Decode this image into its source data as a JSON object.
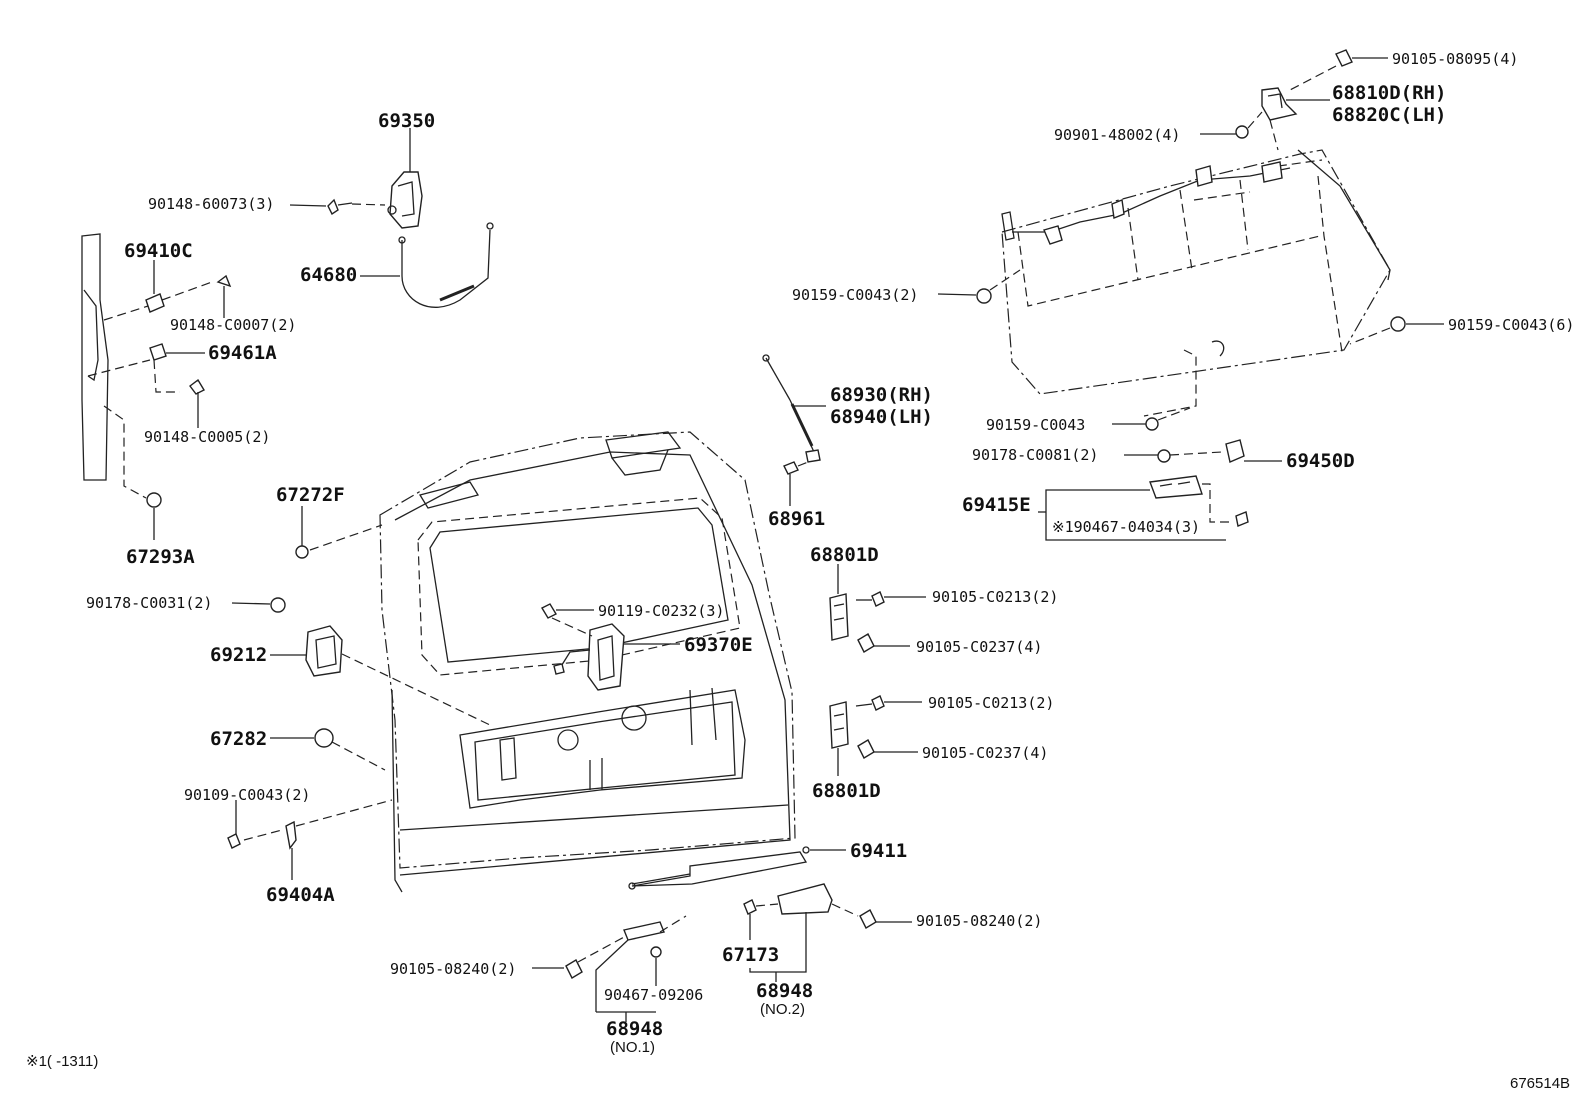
{
  "labels": {
    "p69350": "69350",
    "p90148_60073": "90148-60073(3)",
    "p64680": "64680",
    "p69410C": "69410C",
    "p90148_C0007": "90148-C0007(2)",
    "p69461A": "69461A",
    "p90148_C0005": "90148-C0005(2)",
    "p67293A": "67293A",
    "p67272F": "67272F",
    "p90178_C0031": "90178-C0031(2)",
    "p69212": "69212",
    "p67282": "67282",
    "p90109_C0043": "90109-C0043(2)",
    "p69404A": "69404A",
    "p90119_C0232": "90119-C0232(3)",
    "p69370E": "69370E",
    "p68930": "68930(RH)",
    "p68940": "68940(LH)",
    "p68961": "68961",
    "p68801D_top": "68801D",
    "p90105_C0213_top": "90105-C0213(2)",
    "p90105_C0237_top": "90105-C0237(4)",
    "p90105_C0213_bot": "90105-C0213(2)",
    "p90105_C0237_bot": "90105-C0237(4)",
    "p68801D_bot": "68801D",
    "p69411": "69411",
    "p90105_08240_right": "90105-08240(2)",
    "p67173": "67173",
    "p68948_no2": "68948",
    "p68948_no2_sub": "(NO.2)",
    "p90105_08240_left": "90105-08240(2)",
    "p90467_09206": "90467-09206",
    "p68948_no1": "68948",
    "p68948_no1_sub": "(NO.1)",
    "p90105_08095": "90105-08095(4)",
    "p68810D": "68810D(RH)",
    "p68820C": "68820C(LH)",
    "p90901_48002": "90901-48002(4)",
    "p90159_C0043_2": "90159-C0043(2)",
    "p90159_C0043_6": "90159-C0043(6)",
    "p90159_C0043": "90159-C0043",
    "p90178_C0081": "90178-C0081(2)",
    "p69450D": "69450D",
    "p69415E": "69415E",
    "p90467_04034": "※190467-04034(3)"
  },
  "footnote": "※1(      -1311)",
  "diagram_id": "676514B"
}
